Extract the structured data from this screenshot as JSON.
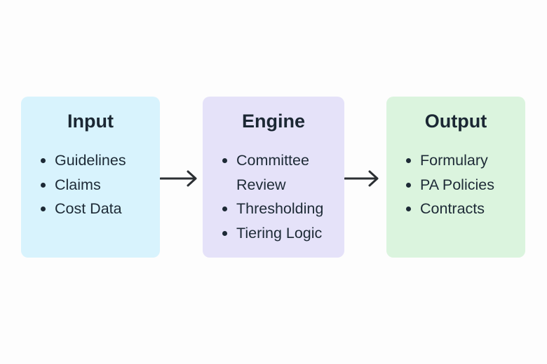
{
  "colors": {
    "input_fill": "#d8f3fd",
    "engine_fill": "#e5e2f9",
    "output_fill": "#dbf4de",
    "text": "#1d2a36",
    "arrow": "#2b2f33"
  },
  "boxes": [
    {
      "title": "Input",
      "items": [
        "Guidelines",
        "Claims",
        "Cost Data"
      ]
    },
    {
      "title": "Engine",
      "items": [
        "Committee",
        "Review",
        "Thresholding",
        "Tiering Logic"
      ]
    },
    {
      "title": "Output",
      "items": [
        "Formulary",
        "PA Policies",
        "Contracts"
      ]
    }
  ]
}
